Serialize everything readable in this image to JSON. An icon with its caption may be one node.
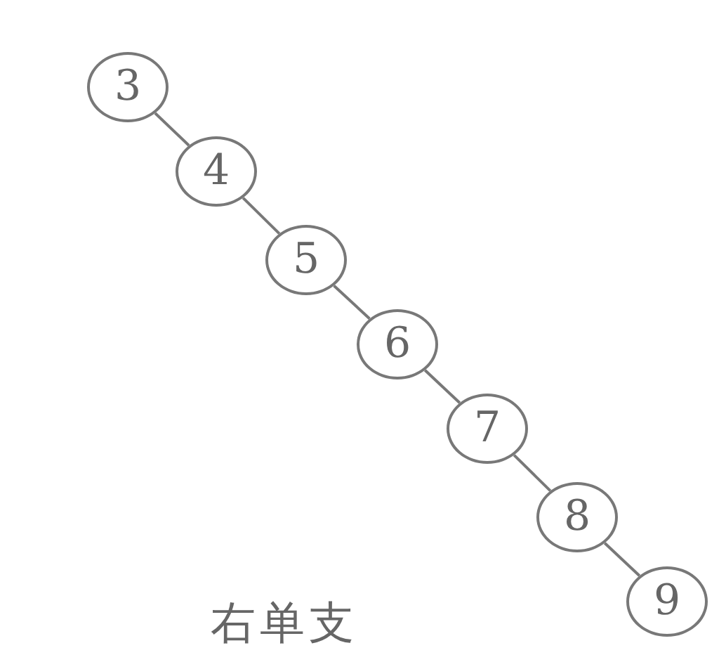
{
  "diagram": {
    "caption": "右单支",
    "nodes": [
      {
        "text": [
          "3"
        ]
      },
      {
        "text": [
          "4"
        ]
      },
      {
        "text": [
          "5"
        ]
      },
      {
        "text": [
          "6"
        ]
      },
      {
        "text": [
          "7"
        ]
      },
      {
        "text": [
          "8"
        ]
      },
      {
        "text": [
          "9"
        ]
      }
    ],
    "edges": [
      {
        "from": 0,
        "to": 1,
        "arrow": "none"
      },
      {
        "from": 1,
        "to": 2,
        "arrow": "none"
      },
      {
        "from": 2,
        "to": 3,
        "arrow": "none"
      },
      {
        "from": 3,
        "to": 4,
        "arrow": "none"
      },
      {
        "from": 4,
        "to": 5,
        "arrow": "none"
      },
      {
        "from": 5,
        "to": 6,
        "arrow": "none"
      }
    ]
  }
}
